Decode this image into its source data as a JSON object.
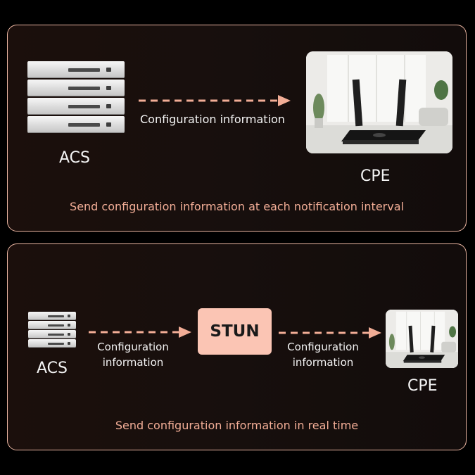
{
  "top": {
    "source_label": "ACS",
    "target_label": "CPE",
    "arrow_label": "Configuration information",
    "caption": "Send configuration information at each notification interval"
  },
  "bottom": {
    "source_label": "ACS",
    "middle_label": "STUN",
    "target_label": "CPE",
    "arrow1_label": [
      "Configuration",
      "information"
    ],
    "arrow2_label": [
      "Configuration",
      "information"
    ],
    "caption": "Send configuration information in real time"
  },
  "colors": {
    "accent": "#f2ad96",
    "stun_fill": "#fbc5b4",
    "border": "#e9b4a0",
    "background": "#000000"
  },
  "icons": [
    "server-icon",
    "router-photo-icon",
    "dashed-arrow-icon"
  ]
}
